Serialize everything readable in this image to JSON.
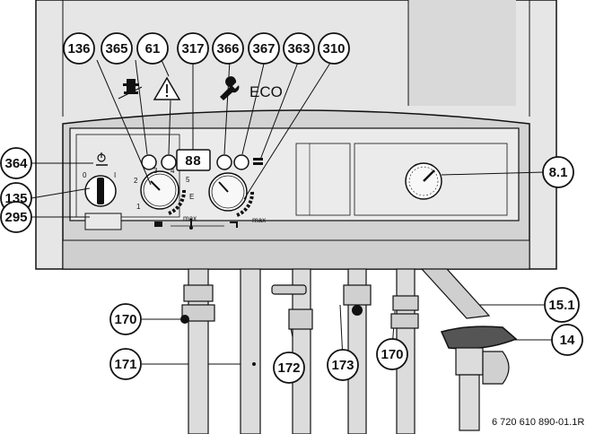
{
  "figure": {
    "reference": "6 720 610 890-01.1R"
  },
  "callouts": [
    {
      "key": "c364",
      "label": "364"
    },
    {
      "key": "c135",
      "label": "135"
    },
    {
      "key": "c295",
      "label": "295"
    },
    {
      "key": "c136",
      "label": "136"
    },
    {
      "key": "c365",
      "label": "365"
    },
    {
      "key": "c61",
      "label": "61"
    },
    {
      "key": "c317",
      "label": "317"
    },
    {
      "key": "c366",
      "label": "366"
    },
    {
      "key": "c367",
      "label": "367"
    },
    {
      "key": "c363",
      "label": "363"
    },
    {
      "key": "c310",
      "label": "310"
    },
    {
      "key": "c8_1",
      "label": "8.1"
    },
    {
      "key": "c15_1",
      "label": "15.1"
    },
    {
      "key": "c14",
      "label": "14"
    },
    {
      "key": "c170a",
      "label": "170"
    },
    {
      "key": "c171",
      "label": "171"
    },
    {
      "key": "c172",
      "label": "172"
    },
    {
      "key": "c173",
      "label": "173"
    },
    {
      "key": "c170b",
      "label": "170"
    }
  ],
  "panel_text": {
    "eco": "ECO",
    "display": "88",
    "switch_0": "0",
    "switch_1": "I",
    "left_scale": [
      "1",
      "2",
      "3",
      "4",
      "5",
      "E",
      "max"
    ],
    "right_max": "max"
  },
  "icons": [
    "chimney-sweep-icon",
    "warning-triangle-icon",
    "wrench-icon",
    "power-icon",
    "radiator-icon",
    "thermometer-icon",
    "tap-icon",
    "burner-icon"
  ]
}
